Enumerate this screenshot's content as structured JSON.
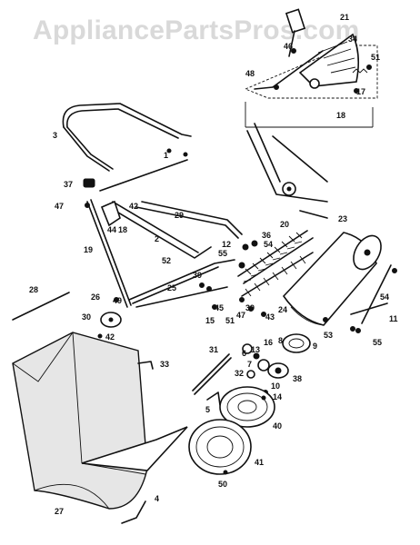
{
  "watermark": "AppliancePartsPros.com",
  "callouts": [
    "1",
    "2",
    "3",
    "4",
    "5",
    "6",
    "7",
    "8",
    "9",
    "10",
    "11",
    "12",
    "13",
    "14",
    "15",
    "16",
    "17",
    "18",
    "19",
    "20",
    "21",
    "23",
    "24",
    "25",
    "26",
    "27",
    "28",
    "29",
    "30",
    "31",
    "32",
    "33",
    "34",
    "36",
    "37",
    "38",
    "39",
    "40",
    "41",
    "42",
    "43",
    "44",
    "45",
    "46",
    "47",
    "48",
    "49",
    "50",
    "51",
    "52",
    "53",
    "54",
    "55"
  ]
}
